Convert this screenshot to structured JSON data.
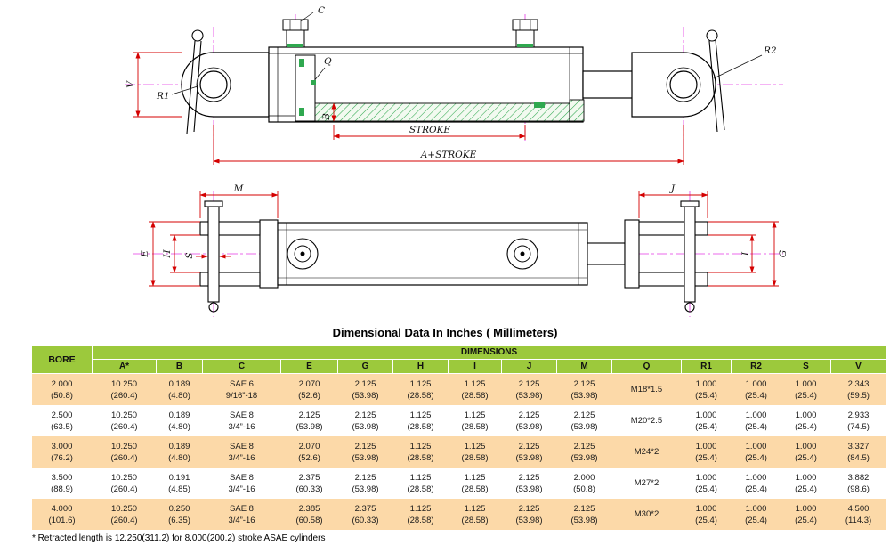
{
  "page": {
    "title": "Dimensional Data In Inches ( Millimeters)",
    "footnote": "* Retracted length is 12.250(311.2) for 8.000(200.2) stroke ASAE cylinders"
  },
  "drawing": {
    "labels": {
      "c": "C",
      "q": "Q",
      "r1": "R1",
      "r2": "R2",
      "v": "V",
      "b": "B",
      "stroke": "STROKE",
      "a_plus_stroke": "A+STROKE",
      "m": "M",
      "j": "J",
      "e": "E",
      "h": "H",
      "s": "S",
      "i": "I",
      "g": "G"
    },
    "colors": {
      "outline": "#000000",
      "dimension_line": "#d40000",
      "centerline": "#e538e5",
      "hatch_green": "#2fa84f"
    }
  },
  "table": {
    "bore_header": "BORE",
    "dimensions_header": "DIMENSIONS",
    "header_color": "#9cc93c",
    "shaded_row_color": "#fcd9a8",
    "columns": [
      "A*",
      "B",
      "C",
      "E",
      "G",
      "H",
      "I",
      "J",
      "M",
      "Q",
      "R1",
      "R2",
      "S",
      "V"
    ],
    "rows": [
      {
        "bore": [
          "2.000",
          "(50.8)"
        ],
        "cells": [
          [
            "10.250",
            "(260.4)"
          ],
          [
            "0.189",
            "(4.80)"
          ],
          [
            "SAE 6",
            "9/16”-18"
          ],
          [
            "2.070",
            "(52.6)"
          ],
          [
            "2.125",
            "(53.98)"
          ],
          [
            "1.125",
            "(28.58)"
          ],
          [
            "1.125",
            "(28.58)"
          ],
          [
            "2.125",
            "(53.98)"
          ],
          [
            "2.125",
            "(53.98)"
          ],
          [
            "M18*1.5"
          ],
          [
            "1.000",
            "(25.4)"
          ],
          [
            "1.000",
            "(25.4)"
          ],
          [
            "1.000",
            "(25.4)"
          ],
          [
            "2.343",
            "(59.5)"
          ]
        ]
      },
      {
        "bore": [
          "2.500",
          "(63.5)"
        ],
        "cells": [
          [
            "10.250",
            "(260.4)"
          ],
          [
            "0.189",
            "(4.80)"
          ],
          [
            "SAE 8",
            "3/4”-16"
          ],
          [
            "2.125",
            "(53.98)"
          ],
          [
            "2.125",
            "(53.98)"
          ],
          [
            "1.125",
            "(28.58)"
          ],
          [
            "1.125",
            "(28.58)"
          ],
          [
            "2.125",
            "(53.98)"
          ],
          [
            "2.125",
            "(53.98)"
          ],
          [
            "M20*2.5"
          ],
          [
            "1.000",
            "(25.4)"
          ],
          [
            "1.000",
            "(25.4)"
          ],
          [
            "1.000",
            "(25.4)"
          ],
          [
            "2.933",
            "(74.5)"
          ]
        ]
      },
      {
        "bore": [
          "3.000",
          "(76.2)"
        ],
        "cells": [
          [
            "10.250",
            "(260.4)"
          ],
          [
            "0.189",
            "(4.80)"
          ],
          [
            "SAE 8",
            "3/4”-16"
          ],
          [
            "2.070",
            "(52.6)"
          ],
          [
            "2.125",
            "(53.98)"
          ],
          [
            "1.125",
            "(28.58)"
          ],
          [
            "1.125",
            "(28.58)"
          ],
          [
            "2.125",
            "(53.98)"
          ],
          [
            "2.125",
            "(53.98)"
          ],
          [
            "M24*2"
          ],
          [
            "1.000",
            "(25.4)"
          ],
          [
            "1.000",
            "(25.4)"
          ],
          [
            "1.000",
            "(25.4)"
          ],
          [
            "3.327",
            "(84.5)"
          ]
        ]
      },
      {
        "bore": [
          "3.500",
          "(88.9)"
        ],
        "cells": [
          [
            "10.250",
            "(260.4)"
          ],
          [
            "0.191",
            "(4.85)"
          ],
          [
            "SAE 8",
            "3/4”-16"
          ],
          [
            "2.375",
            "(60.33)"
          ],
          [
            "2.125",
            "(53.98)"
          ],
          [
            "1.125",
            "(28.58)"
          ],
          [
            "1.125",
            "(28.58)"
          ],
          [
            "2.125",
            "(53.98)"
          ],
          [
            "2.000",
            "(50.8)"
          ],
          [
            "M27*2"
          ],
          [
            "1.000",
            "(25.4)"
          ],
          [
            "1.000",
            "(25.4)"
          ],
          [
            "1.000",
            "(25.4)"
          ],
          [
            "3.882",
            "(98.6)"
          ]
        ]
      },
      {
        "bore": [
          "4.000",
          "(101.6)"
        ],
        "cells": [
          [
            "10.250",
            "(260.4)"
          ],
          [
            "0.250",
            "(6.35)"
          ],
          [
            "SAE 8",
            "3/4”-16"
          ],
          [
            "2.385",
            "(60.58)"
          ],
          [
            "2.375",
            "(60.33)"
          ],
          [
            "1.125",
            "(28.58)"
          ],
          [
            "1.125",
            "(28.58)"
          ],
          [
            "2.125",
            "(53.98)"
          ],
          [
            "2.125",
            "(53.98)"
          ],
          [
            "M30*2"
          ],
          [
            "1.000",
            "(25.4)"
          ],
          [
            "1.000",
            "(25.4)"
          ],
          [
            "1.000",
            "(25.4)"
          ],
          [
            "4.500",
            "(114.3)"
          ]
        ]
      }
    ]
  }
}
